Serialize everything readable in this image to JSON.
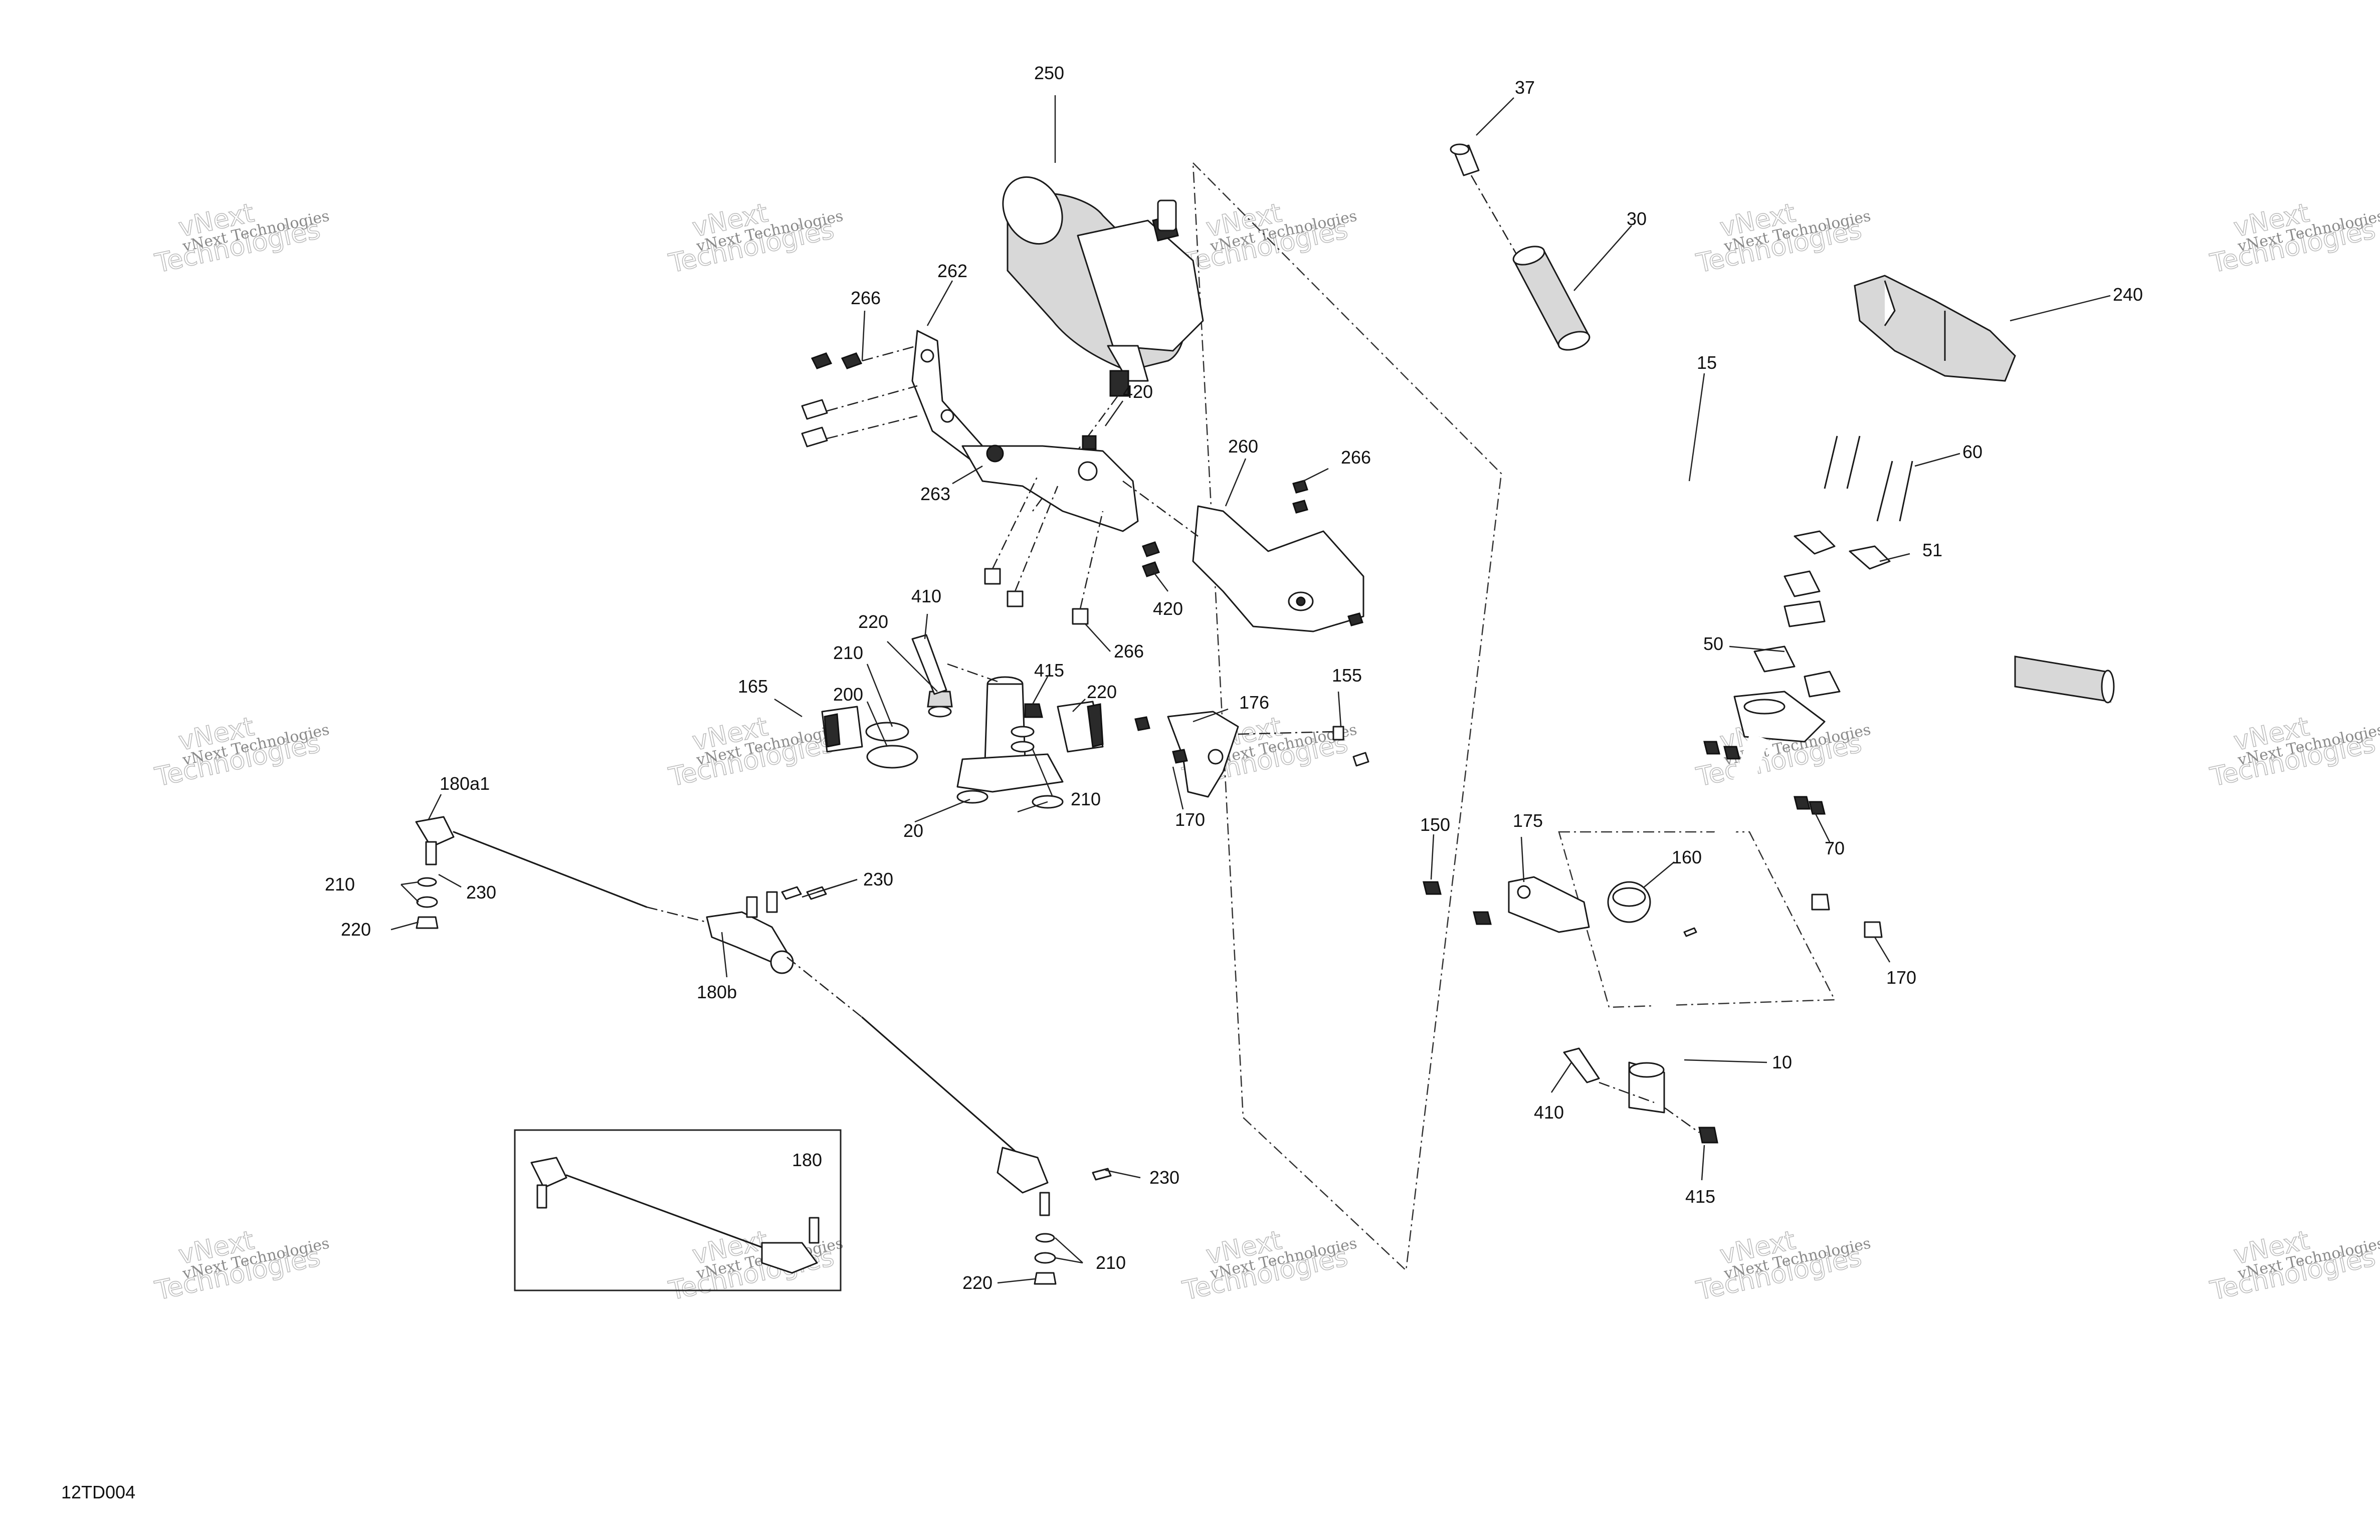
{
  "drawing_code": "12TD004",
  "watermark": {
    "line1": "vNext Technologies",
    "big_line1": "vNext",
    "big_line2": "Technologies"
  },
  "callouts": [
    {
      "id": "c-250",
      "text": "250"
    },
    {
      "id": "c-37",
      "text": "37"
    },
    {
      "id": "c-30",
      "text": "30"
    },
    {
      "id": "c-240",
      "text": "240"
    },
    {
      "id": "c-262",
      "text": "262"
    },
    {
      "id": "c-266a",
      "text": "266"
    },
    {
      "id": "c-420a",
      "text": "420"
    },
    {
      "id": "c-260",
      "text": "260"
    },
    {
      "id": "c-266b",
      "text": "266"
    },
    {
      "id": "c-263",
      "text": "263"
    },
    {
      "id": "c-420b",
      "text": "420"
    },
    {
      "id": "c-266c",
      "text": "266"
    },
    {
      "id": "c-15",
      "text": "15"
    },
    {
      "id": "c-60",
      "text": "60"
    },
    {
      "id": "c-51",
      "text": "51"
    },
    {
      "id": "c-50",
      "text": "50"
    },
    {
      "id": "c-410a",
      "text": "410"
    },
    {
      "id": "c-220a",
      "text": "220"
    },
    {
      "id": "c-210a",
      "text": "210"
    },
    {
      "id": "c-415a",
      "text": "415"
    },
    {
      "id": "c-220b",
      "text": "220"
    },
    {
      "id": "c-200",
      "text": "200"
    },
    {
      "id": "c-165",
      "text": "165"
    },
    {
      "id": "c-155",
      "text": "155"
    },
    {
      "id": "c-176",
      "text": "176"
    },
    {
      "id": "c-210b",
      "text": "210"
    },
    {
      "id": "c-20",
      "text": "20"
    },
    {
      "id": "c-170a",
      "text": "170"
    },
    {
      "id": "c-180a1",
      "text": "180a1"
    },
    {
      "id": "c-150",
      "text": "150"
    },
    {
      "id": "c-175",
      "text": "175"
    },
    {
      "id": "c-160",
      "text": "160"
    },
    {
      "id": "c-70",
      "text": "70"
    },
    {
      "id": "c-210c",
      "text": "210"
    },
    {
      "id": "c-230a",
      "text": "230"
    },
    {
      "id": "c-230b",
      "text": "230"
    },
    {
      "id": "c-220c",
      "text": "220"
    },
    {
      "id": "c-170b",
      "text": "170"
    },
    {
      "id": "c-180b",
      "text": "180b"
    },
    {
      "id": "c-10",
      "text": "10"
    },
    {
      "id": "c-410b",
      "text": "410"
    },
    {
      "id": "c-415b",
      "text": "415"
    },
    {
      "id": "c-180",
      "text": "180"
    },
    {
      "id": "c-230c",
      "text": "230"
    },
    {
      "id": "c-210d",
      "text": "210"
    },
    {
      "id": "c-220d",
      "text": "220"
    }
  ]
}
